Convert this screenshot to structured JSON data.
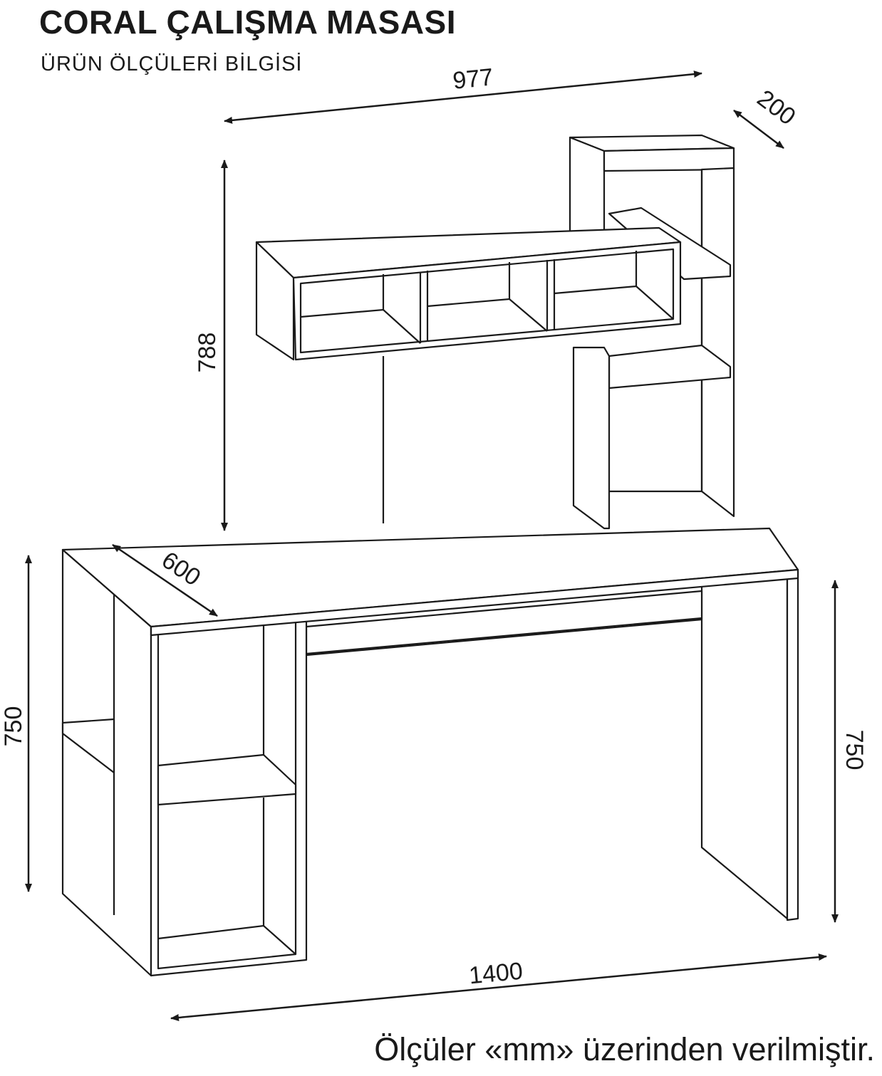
{
  "header": {
    "title": "CORAL ÇALIŞMA MASASI",
    "subtitle": "ÜRÜN ÖLÇÜLERİ BİLGİSİ"
  },
  "dimensions": {
    "hutch_width": "977",
    "hutch_depth": "200",
    "hutch_height": "788",
    "desk_depth": "600",
    "desk_height_left": "750",
    "desk_height_right": "750",
    "desk_width": "1400"
  },
  "footer": {
    "note": "Ölçüler «mm» üzerinden verilmiştir."
  }
}
